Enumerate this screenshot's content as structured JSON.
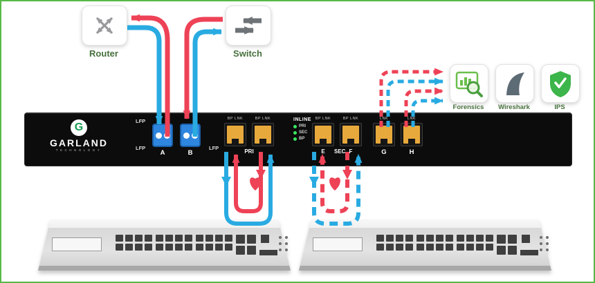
{
  "colors": {
    "blue": "#29abe2",
    "red": "#ee4256",
    "led": "#39e75f",
    "amber": "#e8a93c",
    "fiber": "#2e86de",
    "label": "#47703d",
    "shield": "#3cb54a",
    "forensic_green": "#6abf4b",
    "fin_gray": "#5d6b75",
    "tap_bg": "#0c0c0c"
  },
  "nodes": {
    "router": {
      "label": "Router"
    },
    "switch": {
      "label": "Switch"
    }
  },
  "tools": [
    {
      "label": "Forensics"
    },
    {
      "label": "Wireshark"
    },
    {
      "label": "IPS"
    }
  ],
  "brand": {
    "letter": "G",
    "name": "GARLAND",
    "sub": "TECHNOLOGY"
  },
  "tap": {
    "lfp": [
      "LFP",
      "LFP",
      "LFP"
    ],
    "fiber_ports": [
      {
        "label": "A"
      },
      {
        "label": "B"
      }
    ],
    "inline_panel": {
      "title": "INLINE",
      "leds": [
        "PRI",
        "SEC",
        "BP"
      ]
    },
    "pri_group": {
      "port_tops": [
        "BP LNK",
        "BP LNK"
      ],
      "label": "PRI"
    },
    "sec_group": {
      "port_tops": [
        "BP LNK",
        "BP LNK"
      ],
      "left": "E",
      "label": "SEC",
      "right": "F"
    },
    "mon_group": {
      "port_tops": [
        "LNK",
        "LNK"
      ],
      "labels": [
        "G",
        "H"
      ]
    }
  }
}
